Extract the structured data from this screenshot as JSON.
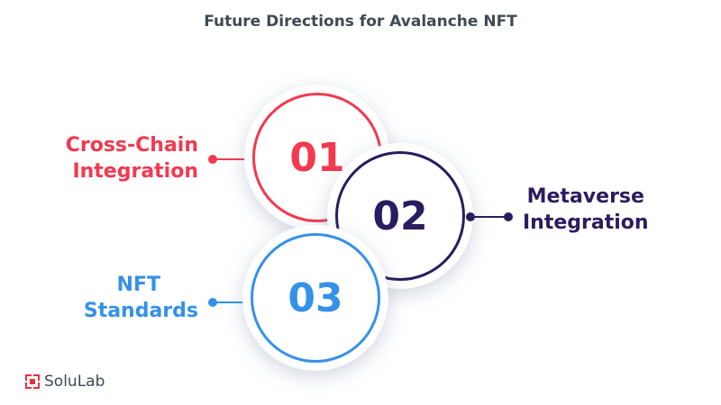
{
  "title": "Future Directions for Avalanche NFT",
  "items": [
    {
      "number": "01",
      "label_line1": "Cross-Chain",
      "label_line2": "Integration",
      "color": "#f2394f"
    },
    {
      "number": "02",
      "label_line1": "Metaverse",
      "label_line2": "Integration",
      "color": "#2b1c5f"
    },
    {
      "number": "03",
      "label_line1": "NFT",
      "label_line2": "Standards",
      "color": "#3591e8"
    }
  ],
  "brand": {
    "name": "SoluLab",
    "color": "#e8323f"
  }
}
